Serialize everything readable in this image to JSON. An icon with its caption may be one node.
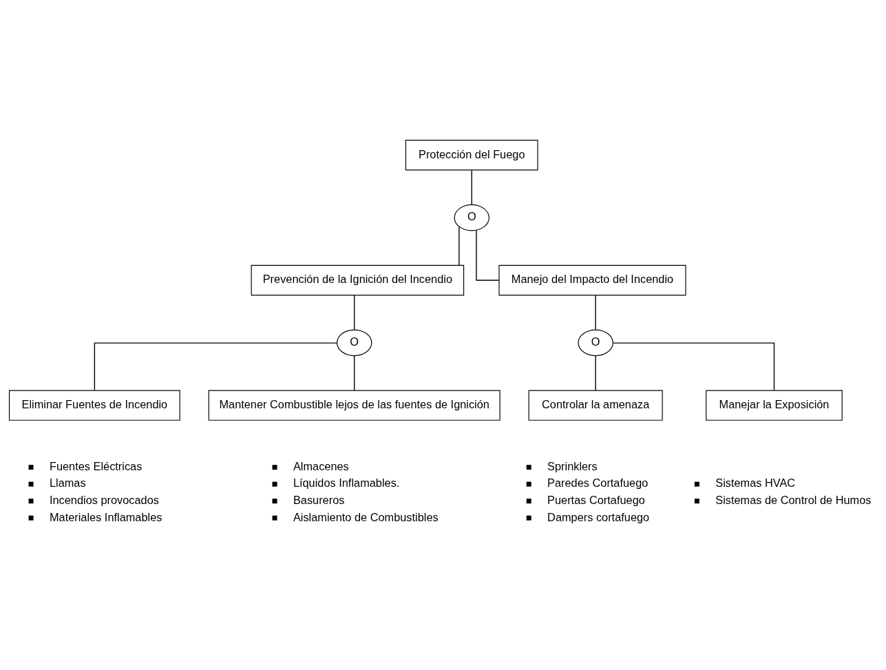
{
  "diagram": {
    "nodes": [
      {
        "text": [
          "Protección del Fuego"
        ]
      },
      {
        "text": [
          "O"
        ]
      },
      {
        "text": [
          "Prevención de la Ignición del Incendio"
        ]
      },
      {
        "text": [
          "Manejo del Impacto del Incendio"
        ]
      },
      {
        "text": [
          "O"
        ]
      },
      {
        "text": [
          "Eliminar Fuentes de Incendio"
        ],
        "beside": [
          "Fuentes Eléctricas",
          "Llamas",
          "Incendios provocados",
          "Materiales Inflamables"
        ]
      },
      {
        "text": [
          "Mantener Combustible lejos de las fuentes de Ignición"
        ],
        "beside": [
          "Almacenes",
          "Líquidos Inflamables.",
          "Basureros",
          "Aislamiento de Combustibles"
        ]
      },
      {
        "text": [
          "O"
        ]
      },
      {
        "text": [
          "Controlar la amenaza"
        ],
        "beside": [
          "Sprinklers",
          "Paredes Cortafuego",
          "Puertas Cortafuego",
          "Dampers cortafuego"
        ]
      },
      {
        "text": [
          "Manejar la Exposición"
        ],
        "beside": [
          "Sistemas HVAC",
          "Sistemas de Control de Humos"
        ]
      }
    ],
    "edges": [
      {
        "from": 0,
        "to": 1,
        "arrow": "none"
      },
      {
        "from": 1,
        "to": 2,
        "arrow": "none"
      },
      {
        "from": 1,
        "to": 3,
        "arrow": "none"
      },
      {
        "from": 2,
        "to": 4,
        "arrow": "none"
      },
      {
        "from": 4,
        "to": 5,
        "arrow": "none"
      },
      {
        "from": 4,
        "to": 6,
        "arrow": "none"
      },
      {
        "from": 3,
        "to": 7,
        "arrow": "none"
      },
      {
        "from": 7,
        "to": 8,
        "arrow": "none"
      },
      {
        "from": 7,
        "to": 9,
        "arrow": "none"
      }
    ]
  }
}
